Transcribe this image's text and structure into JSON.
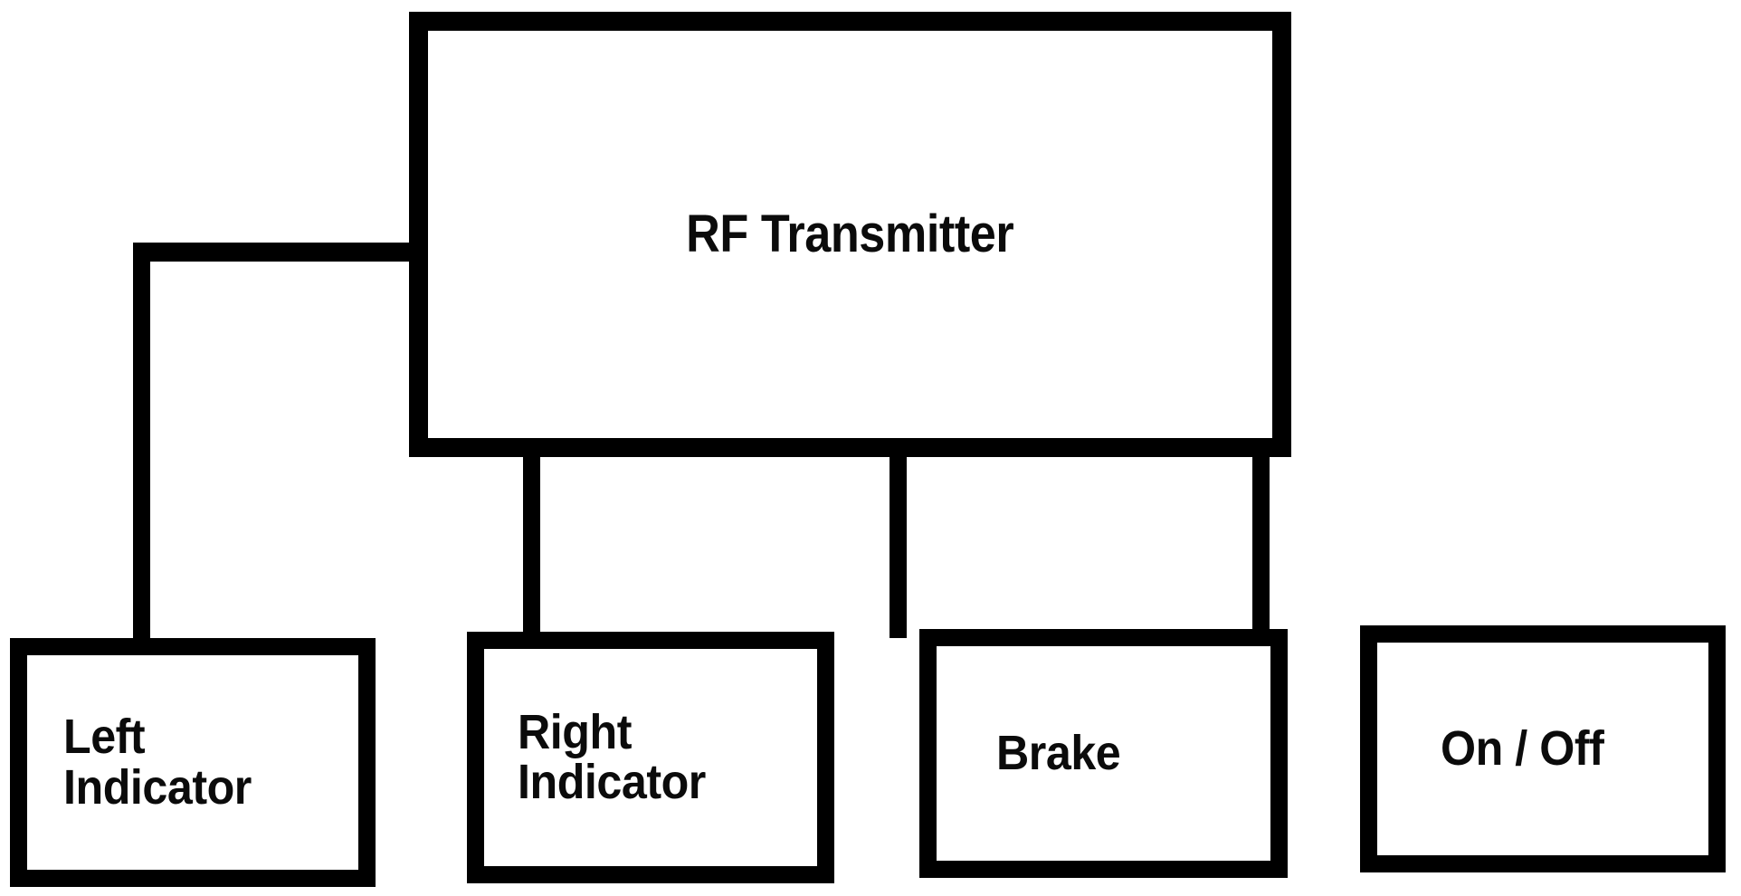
{
  "diagram": {
    "title_text": "RF Transmitter",
    "background_color": "#ffffff",
    "line_color": "#000000",
    "text_color": "#0b0b0b",
    "root": {
      "id": "rf-transmitter",
      "label": "RF Transmitter"
    },
    "children": [
      {
        "id": "left-indicator",
        "label": "Left\nIndicator",
        "line1": "Left",
        "line2": "Indicator"
      },
      {
        "id": "right-indicator",
        "label": "Right\nIndicator",
        "line1": "Right",
        "line2": "Indicator"
      },
      {
        "id": "brake",
        "label": "Brake",
        "line1": "Brake",
        "line2": ""
      },
      {
        "id": "on-off",
        "label": "On / Off",
        "line1": "On / Off",
        "line2": ""
      }
    ],
    "connections": [
      {
        "from": "rf-transmitter",
        "to": "left-indicator",
        "style": "elbow-left"
      },
      {
        "from": "rf-transmitter",
        "to": "right-indicator",
        "style": "straight-down"
      },
      {
        "from": "rf-transmitter",
        "to": "brake",
        "style": "straight-down"
      },
      {
        "from": "rf-transmitter",
        "to": "on-off",
        "style": "elbow-right"
      }
    ]
  }
}
